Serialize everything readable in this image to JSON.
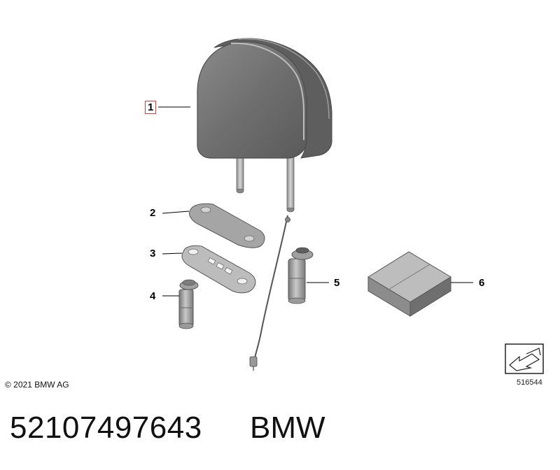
{
  "callouts": {
    "c1": "1",
    "c2": "2",
    "c3": "3",
    "c4": "4",
    "c5": "5",
    "c6": "6"
  },
  "copyright": "© 2021 BMW AG",
  "diagram_number": "516544",
  "part_number": "52107497643",
  "brand": "BMW",
  "colors": {
    "highlight_box": "#e53935",
    "part_fill": "#9a9a9a",
    "part_dark": "#6e6e6e"
  }
}
